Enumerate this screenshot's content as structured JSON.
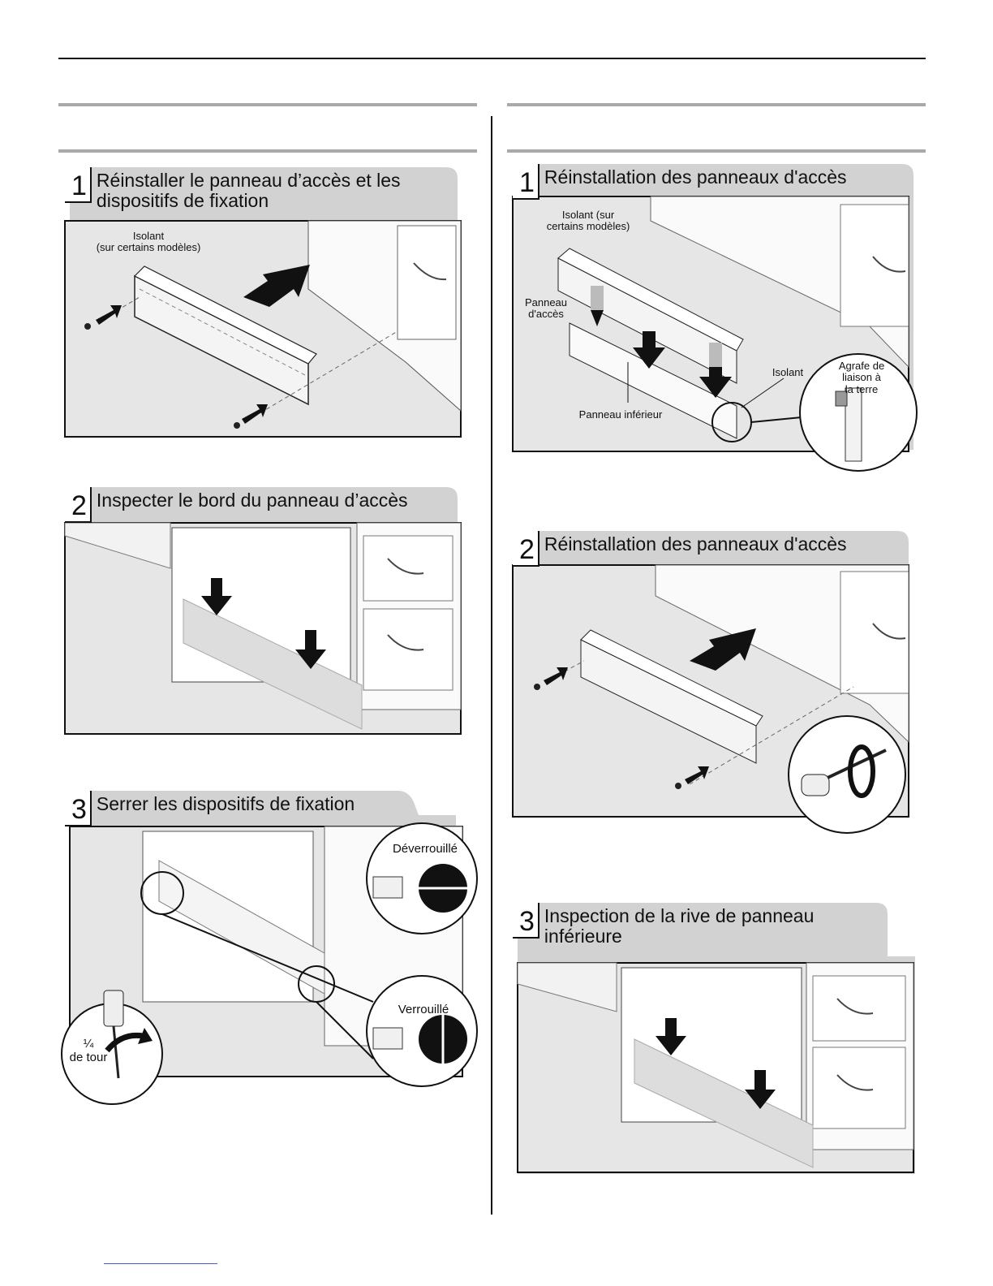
{
  "left_steps": [
    {
      "num": "1",
      "title": "Réinstaller le panneau d’accès et les\ndispositifs de fixation",
      "labels": {
        "isolant": "Isolant\n(sur certains modèles)"
      }
    },
    {
      "num": "2",
      "title": "Inspecter le bord du panneau d’accès"
    },
    {
      "num": "3",
      "title": "Serrer les dispositifs de fixation",
      "labels": {
        "unlocked": "Déverrouillé",
        "locked": "Verrouillé",
        "quarter": "¼\nde tour"
      }
    }
  ],
  "right_steps": [
    {
      "num": "1",
      "title": "Réinstallation des panneaux d'accès",
      "labels": {
        "isolant_top": "Isolant (sur\ncertains modèles)",
        "panneau": "Panneau\nd'accès",
        "isolant": "Isolant",
        "agrafe": "Agrafe de\nliaison à\nla terre",
        "inferieur": "Panneau inférieur"
      }
    },
    {
      "num": "2",
      "title": "Réinstallation des panneaux d'accès"
    },
    {
      "num": "3",
      "title": "Inspection de la rive de panneau\ninférieure"
    }
  ],
  "colors": {
    "floor": "#e3e3e3",
    "panel_shadow": "#c8c8c8",
    "tab_shadow": "#cfcfcf",
    "rule": "#a9a9a9"
  }
}
